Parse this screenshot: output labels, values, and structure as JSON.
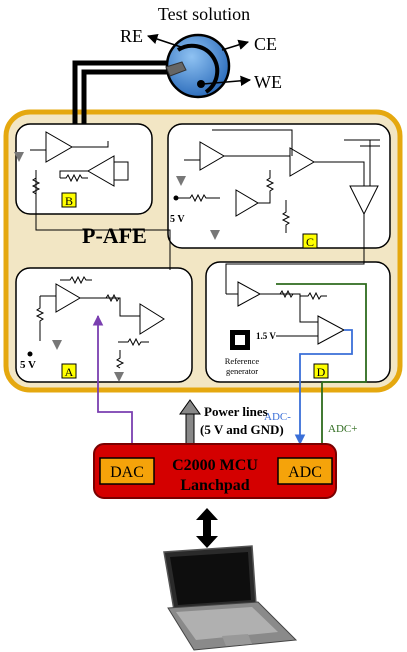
{
  "title": "Test solution",
  "electrodes": {
    "re": "RE",
    "ce": "CE",
    "we": "WE"
  },
  "afe": {
    "label": "P-AFE"
  },
  "blocks": {
    "a": {
      "label": "A",
      "supply": "5 V"
    },
    "b": {
      "label": "B"
    },
    "c": {
      "label": "C",
      "supply": "5 V"
    },
    "d": {
      "label": "D",
      "ref_voltage": "1.5 V",
      "ref_caption_line1": "Reference",
      "ref_caption_line2": "generator"
    }
  },
  "signals": {
    "adc_minus": "ADC-",
    "adc_plus": "ADC+"
  },
  "power": {
    "line1": "Power lines",
    "line2": "(5 V and GND)"
  },
  "mcu": {
    "title_line1": "C2000 MCU",
    "title_line2": "Lanchpad",
    "dac": "DAC",
    "adc": "ADC"
  },
  "colors": {
    "afe_fill": "#f2e6c4",
    "afe_border": "#e5a80f",
    "mcu_fill": "#d40000",
    "port_fill": "#f5a30a",
    "label_box": "#ffff00",
    "adc_minus_line": "#3a6fd8",
    "adc_plus_line": "#2e6b1e",
    "dac_line": "#7a3fb0",
    "electrode_blue": "#4b8ad6"
  }
}
